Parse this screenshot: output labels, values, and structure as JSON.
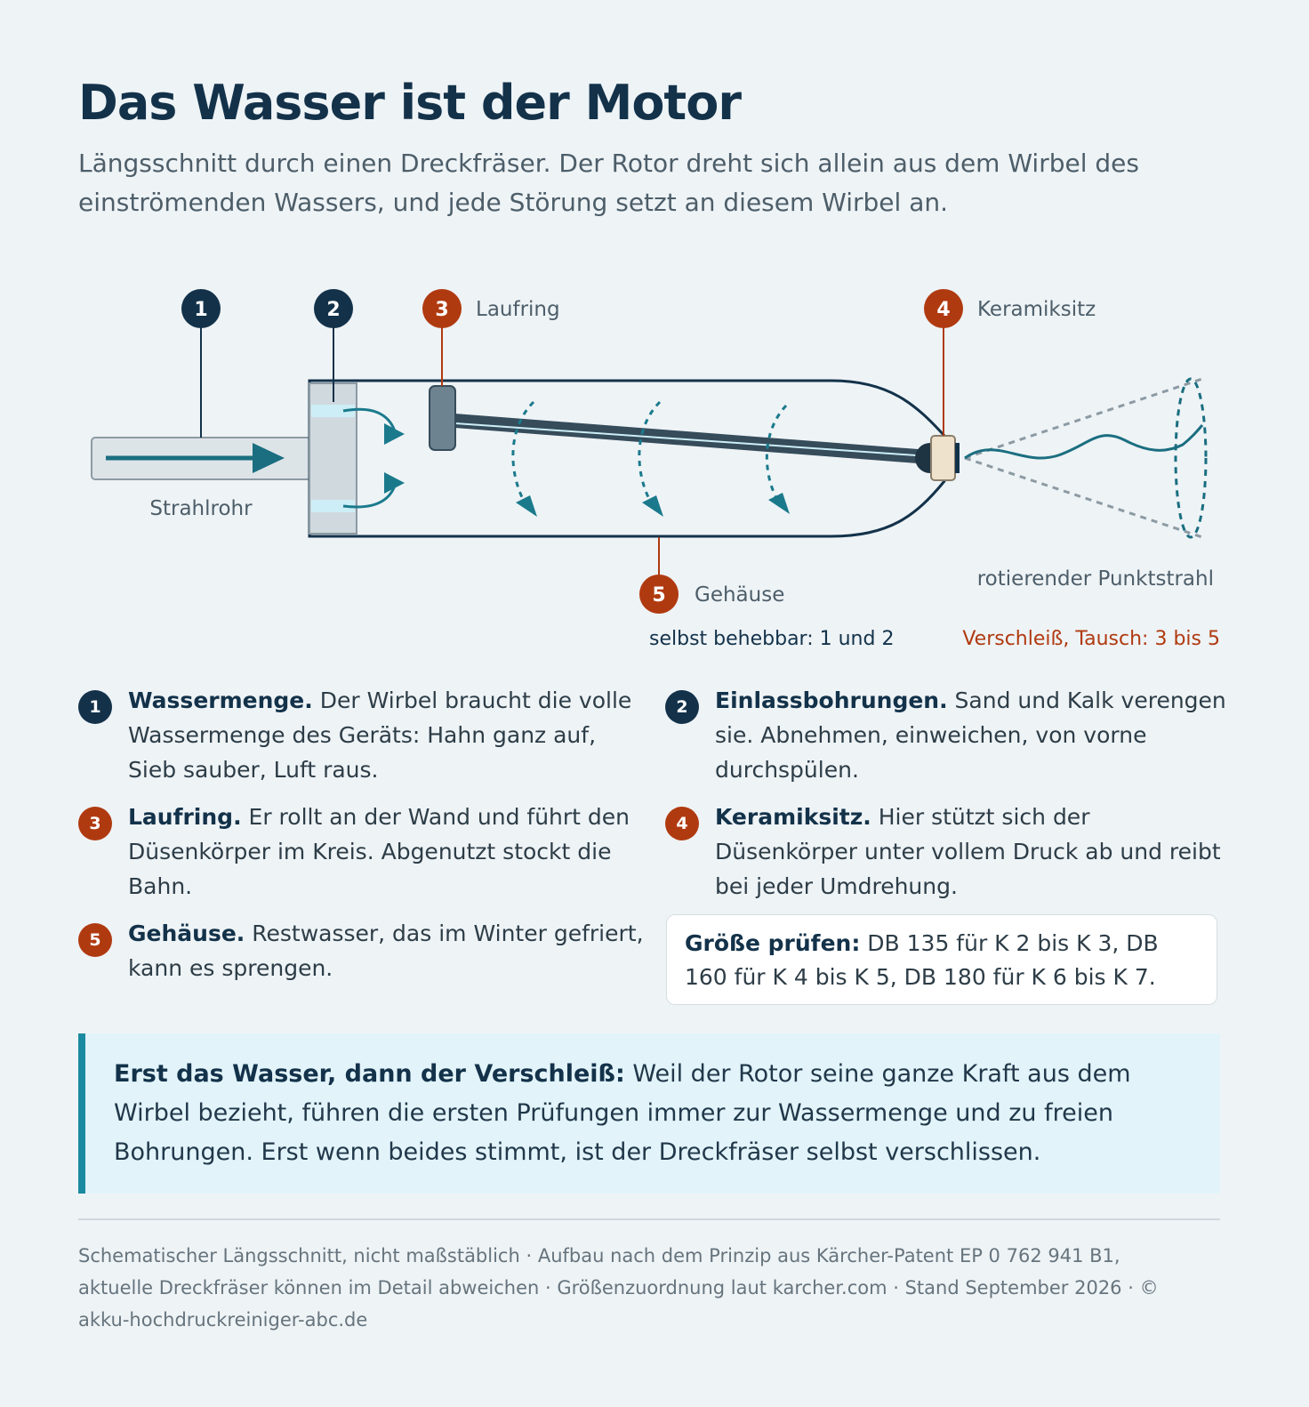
{
  "header": {
    "title": "Das Wasser ist der Motor",
    "subtitle": "Längsschnitt durch einen Dreckfräser. Der Rotor dreht sich allein aus dem Wirbel des einströmenden Wassers, und jede Störung setzt an diesem Wirbel an."
  },
  "diagram": {
    "markers": [
      {
        "num": "1",
        "label": ""
      },
      {
        "num": "2",
        "label": ""
      },
      {
        "num": "3",
        "label": "Laufring"
      },
      {
        "num": "4",
        "label": "Keramiksitz"
      },
      {
        "num": "5",
        "label": "Gehäuse"
      }
    ],
    "strahlrohr_label": "Strahlrohr",
    "jet_label": "rotierender Punktstrahl",
    "legend_self": "selbst behebbar: 1 und 2",
    "legend_wear": "Verschleiß, Tausch: 3 bis 5"
  },
  "notes": [
    {
      "num": "1",
      "title": "Wassermenge.",
      "text": "Der Wirbel braucht die volle Wassermenge des Geräts: Hahn ganz auf, Sieb sauber, Luft raus."
    },
    {
      "num": "2",
      "title": "Einlassbohrungen.",
      "text": "Sand und Kalk verengen sie. Abnehmen, einweichen, von vorne durchspülen."
    },
    {
      "num": "3",
      "title": "Laufring.",
      "text": "Er rollt an der Wand und führt den Düsenkörper im Kreis. Abgenutzt stockt die Bahn."
    },
    {
      "num": "4",
      "title": "Keramiksitz.",
      "text": "Hier stützt sich der Düsenkörper unter vollem Druck ab und reibt bei jeder Umdrehung."
    },
    {
      "num": "5",
      "title": "Gehäuse.",
      "text": "Restwasser, das im Winter gefriert, kann es sprengen."
    }
  ],
  "size_box": {
    "title": "Größe prüfen:",
    "text": "DB 135 für K 2 bis K 3, DB 160 für K 4 bis K 5, DB 180 für K 6 bis K 7."
  },
  "callout": {
    "title": "Erst das Wasser, dann der Verschleiß:",
    "text": "Weil der Rotor seine ganze Kraft aus dem Wirbel bezieht, führen die ersten Prüfungen immer zur Wassermenge und zu freien Bohrungen. Erst wenn beides stimmt, ist der Dreckfräser selbst verschlissen."
  },
  "footer": [
    "Schematischer Längsschnitt, nicht maßstäblich",
    "Aufbau nach dem Prinzip aus Kärcher-Patent EP 0 762 941 B1, aktuelle Dreckfräser können im Detail abweichen",
    "Größenzuordnung laut karcher.com",
    "Stand September 2026",
    "© akku-hochdruckreiniger-abc.de"
  ],
  "colors": {
    "navy": "#13324a",
    "rust": "#b03a10",
    "teal": "#1a7a8c",
    "rod": "#364c5b"
  }
}
